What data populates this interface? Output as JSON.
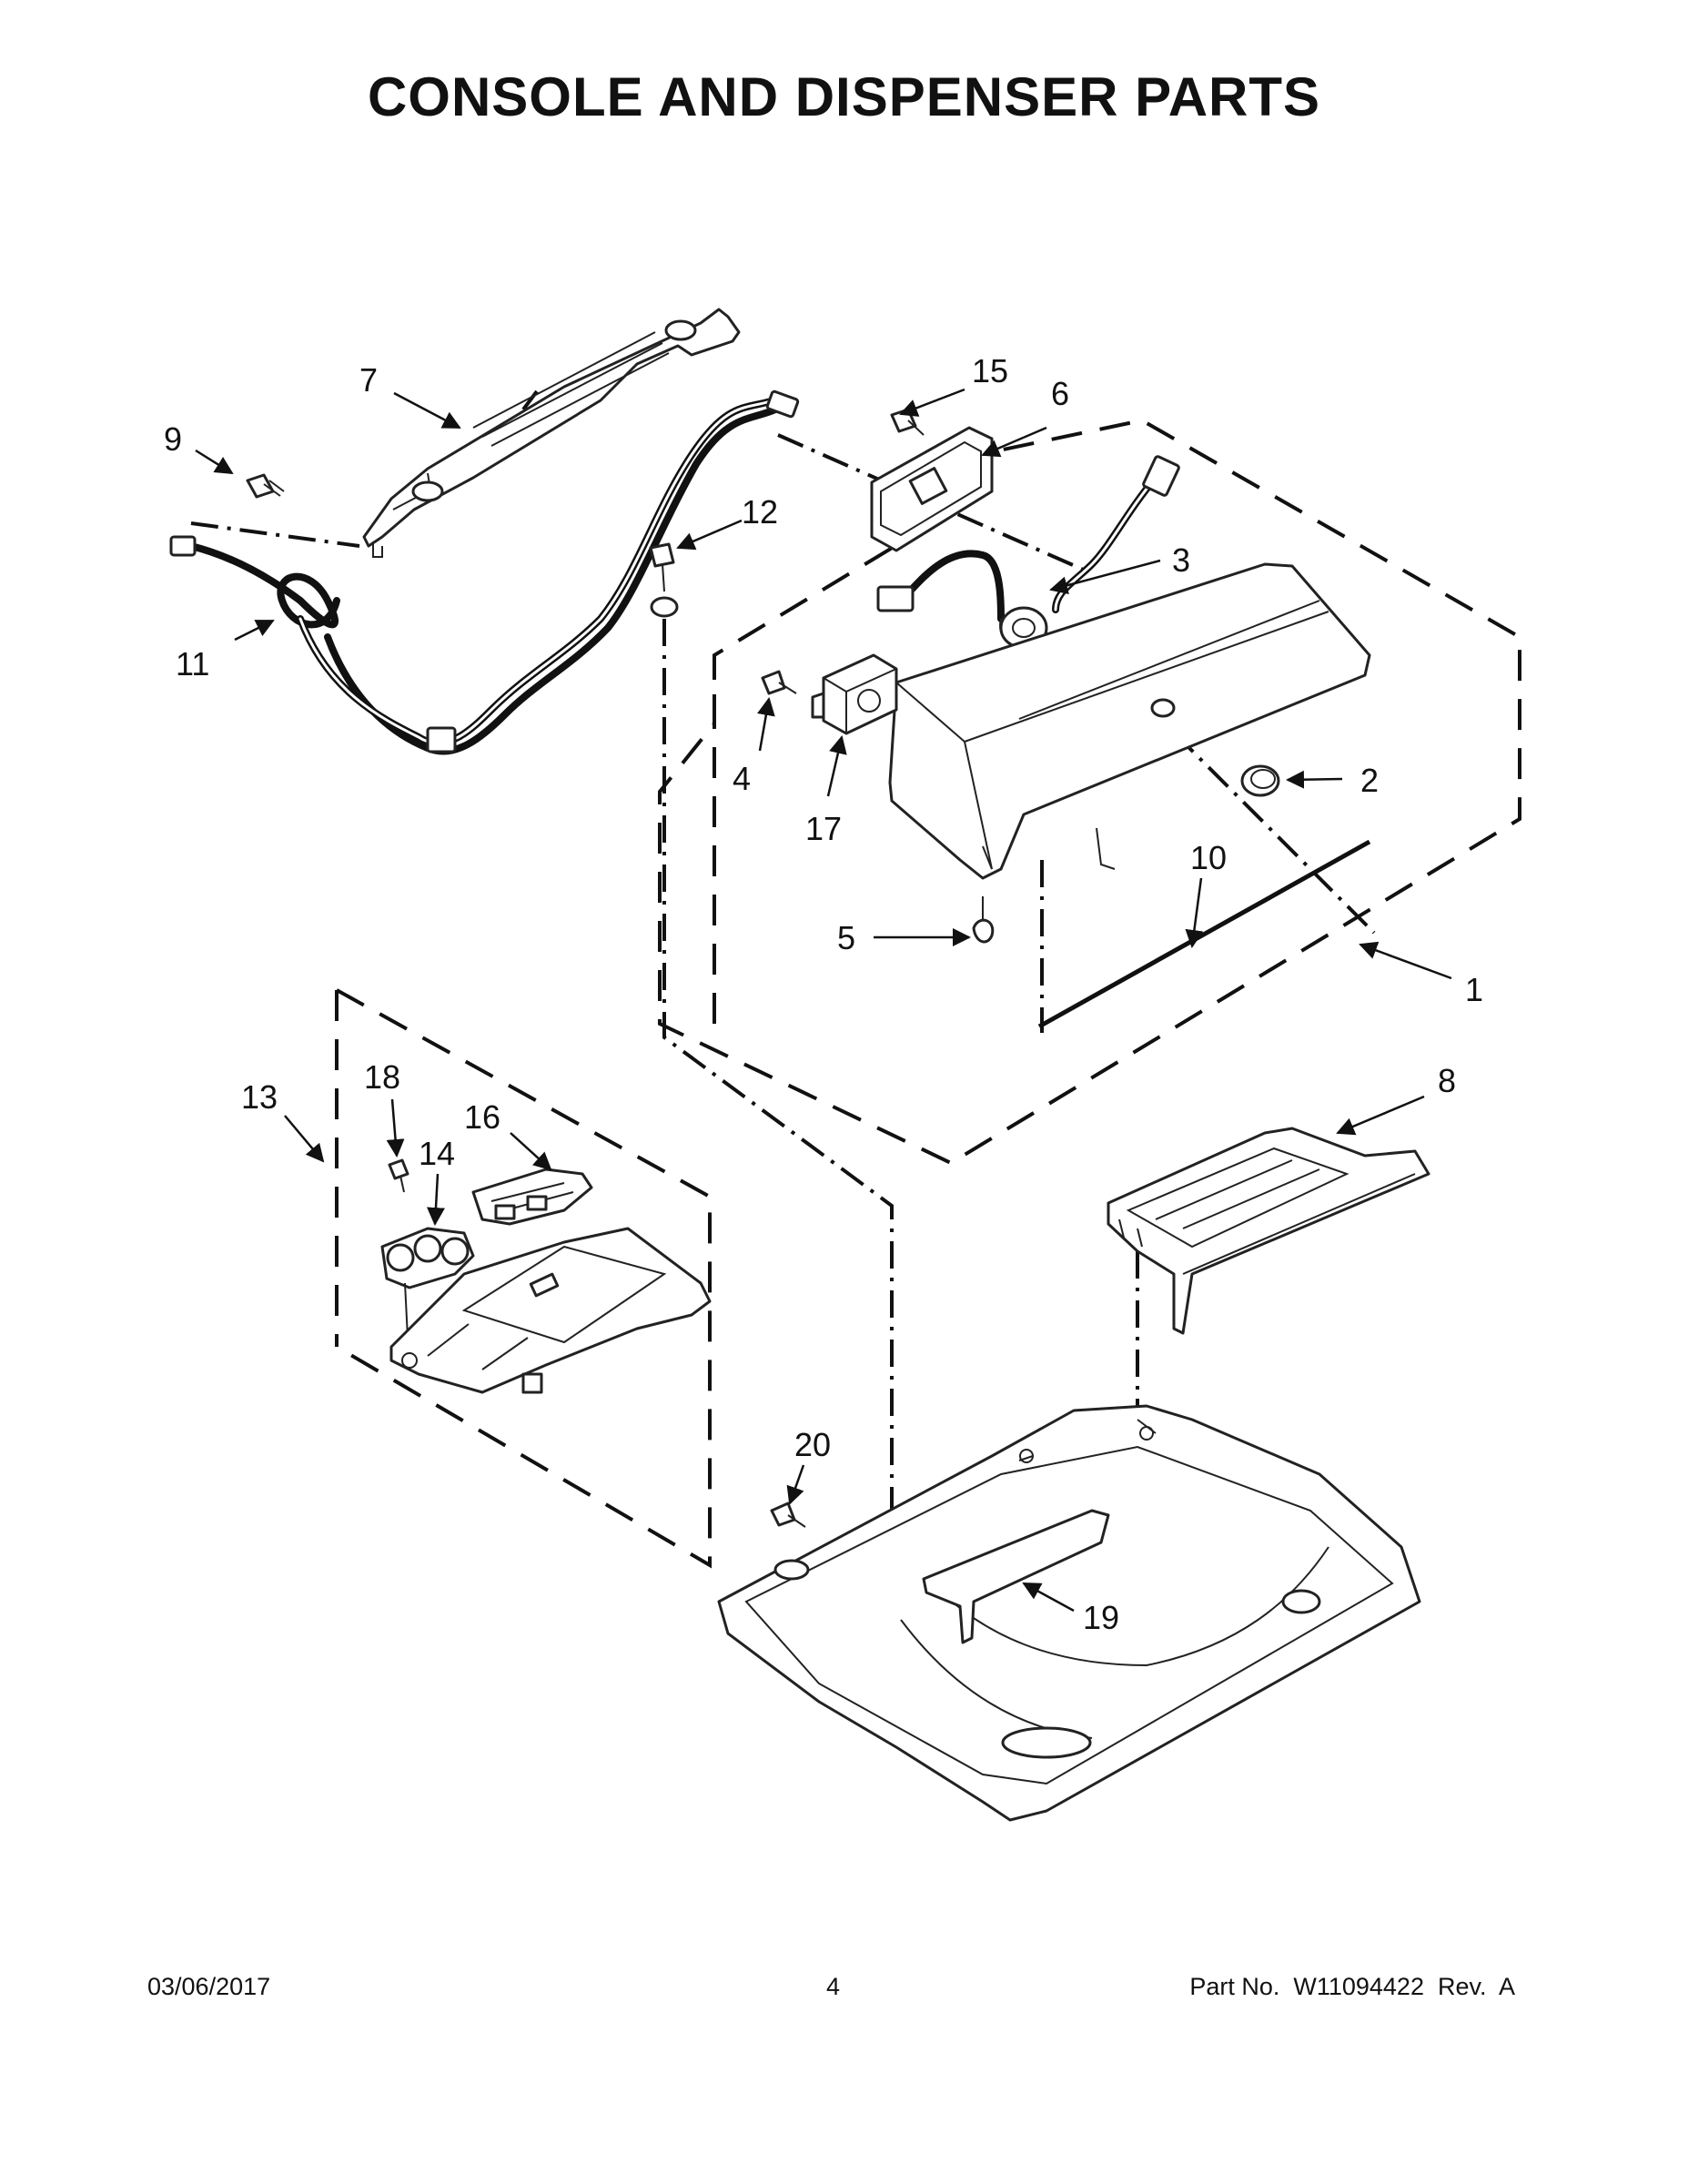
{
  "title": "CONSOLE AND DISPENSER PARTS",
  "footer": {
    "date": "03/06/2017",
    "page_number": "4",
    "part_number": "Part No.  W11094422  Rev.  A"
  },
  "callouts": {
    "c1": "1",
    "c2": "2",
    "c3": "3",
    "c4": "4",
    "c5": "5",
    "c6": "6",
    "c7": "7",
    "c8": "8",
    "c9": "9",
    "c10": "10",
    "c11": "11",
    "c12": "12",
    "c13": "13",
    "c14": "14",
    "c15": "15",
    "c16": "16",
    "c17": "17",
    "c18": "18",
    "c19": "19",
    "c20": "20"
  }
}
